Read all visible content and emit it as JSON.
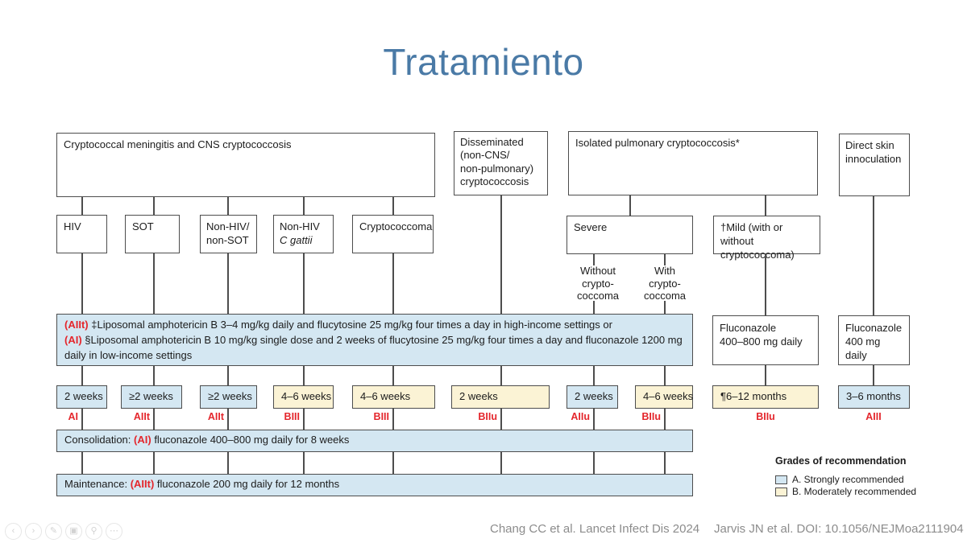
{
  "title": "Tratamiento",
  "colors": {
    "line": "#4d4d4d",
    "blue": "#d4e7f2",
    "yellow": "#fbf3d5",
    "red": "#e4262c",
    "titleblue": "#4a7aa6",
    "footer_gray": "#8c8c8c"
  },
  "flow": {
    "top_boxes": [
      {
        "text": "Cryptococcal meningitis and CNS cryptococcosis"
      },
      {
        "text": "Disseminated\n(non-CNS/\nnon-pulmonary)\ncryptococcosis"
      },
      {
        "text": "Isolated pulmonary cryptococcosis*"
      },
      {
        "text": "Direct skin\ninnoculation"
      }
    ],
    "category_boxes": [
      {
        "text": "HIV"
      },
      {
        "text": "SOT"
      },
      {
        "text": "Non-HIV/\nnon-SOT"
      },
      {
        "text": "Non-HIV",
        "italic": "C gattii"
      },
      {
        "text": "Cryptococcoma"
      },
      {
        "text": "Severe"
      },
      {
        "text": "†Mild (with or without cryptococcoma)"
      }
    ],
    "branch_labels": [
      {
        "text": "Without\ncrypto-\ncoccoma"
      },
      {
        "text": "With\ncrypto-\ncoccoma"
      }
    ],
    "induction": {
      "lines": [
        {
          "grade": "(AIIt)",
          "text": "‡Liposomal amphotericin B 3–4 mg/kg daily and flucytosine 25 mg/kg four times a day in high-income settings or"
        },
        {
          "grade": "(AI)",
          "text": "§Liposomal amphotericin B 10 mg/kg single dose and 2 weeks of flucytosine 25 mg/kg four times a day and fluconazole 1200 mg daily in low-income settings"
        }
      ]
    },
    "fluconazole_boxes": [
      {
        "text": "Fluconazole\n400–800 mg daily"
      },
      {
        "text": "Fluconazole\n400 mg daily"
      }
    ],
    "durations": [
      {
        "label": "2 weeks",
        "grade": "AI",
        "recommendation": "A"
      },
      {
        "label": "≥2 weeks",
        "grade": "AIIt",
        "recommendation": "A"
      },
      {
        "label": "≥2 weeks",
        "grade": "AIIt",
        "recommendation": "A"
      },
      {
        "label": "4–6 weeks",
        "grade": "BIII",
        "recommendation": "B"
      },
      {
        "label": "4–6 weeks",
        "grade": "BIII",
        "recommendation": "B"
      },
      {
        "label": "2 weeks",
        "grade": "BIIu",
        "recommendation": "B"
      },
      {
        "label": "2 weeks",
        "grade": "AIIu",
        "recommendation": "A"
      },
      {
        "label": "4–6 weeks",
        "grade": "BIIu",
        "recommendation": "B"
      },
      {
        "label": "¶6–12 months",
        "grade": "BIIu",
        "recommendation": "B"
      },
      {
        "label": "3–6 months",
        "grade": "AIII",
        "recommendation": "A"
      }
    ],
    "consolidation": {
      "prefix": "Consolidation:",
      "grade": "(AI)",
      "text": "fluconazole 400–800 mg daily for 8 weeks"
    },
    "maintenance": {
      "prefix": "Maintenance:",
      "grade": "(AIIt)",
      "text": "fluconazole 200 mg daily for 12 months"
    },
    "legend": {
      "title": "Grades of recommendation",
      "items": [
        {
          "recommendation": "A",
          "label": "A. Strongly recommended"
        },
        {
          "recommendation": "B",
          "label": "B. Moderately recommended"
        }
      ]
    }
  },
  "footer": {
    "left": "Chang CC et al. Lancet Infect Dis 2024",
    "right": "Jarvis JN et al. DOI: 10.1056/NEJMoa2111904"
  },
  "controls": [
    {
      "name": "previous-slide",
      "glyph": "‹"
    },
    {
      "name": "next-slide",
      "glyph": "›"
    },
    {
      "name": "pen",
      "glyph": "✎"
    },
    {
      "name": "see-all-slides",
      "glyph": "▣"
    },
    {
      "name": "zoom-into-slide",
      "glyph": "⚲"
    },
    {
      "name": "more-options",
      "glyph": "⋯"
    }
  ]
}
